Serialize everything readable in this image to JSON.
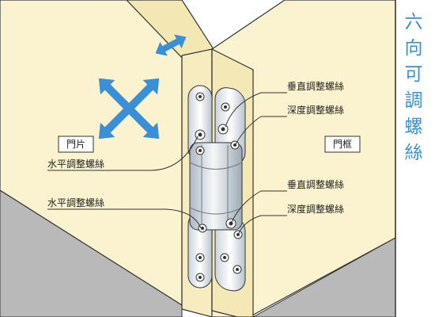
{
  "title_chars": [
    "六",
    "向",
    "可",
    "調",
    "螺",
    "絲"
  ],
  "labels": {
    "door_leaf": "門片",
    "door_frame": "門框",
    "horizontal_adjust_upper": "水平調整螺絲",
    "horizontal_adjust_lower": "水平調整螺絲",
    "vertical_adjust_upper": "垂直調整螺絲",
    "depth_adjust_upper": "深度調整螺絲",
    "vertical_adjust_lower": "垂直調整螺絲",
    "depth_adjust_lower": "深度調整螺絲"
  },
  "icons": {
    "direction_cross": "four-way-arrow-icon",
    "direction_double": "double-arrow-icon"
  },
  "colors": {
    "accent": "#3a8fd6",
    "wall": "#fbf3cf",
    "wall_dark": "#f3e7b4",
    "floor": "#b9b9b9",
    "outline": "#333333"
  }
}
